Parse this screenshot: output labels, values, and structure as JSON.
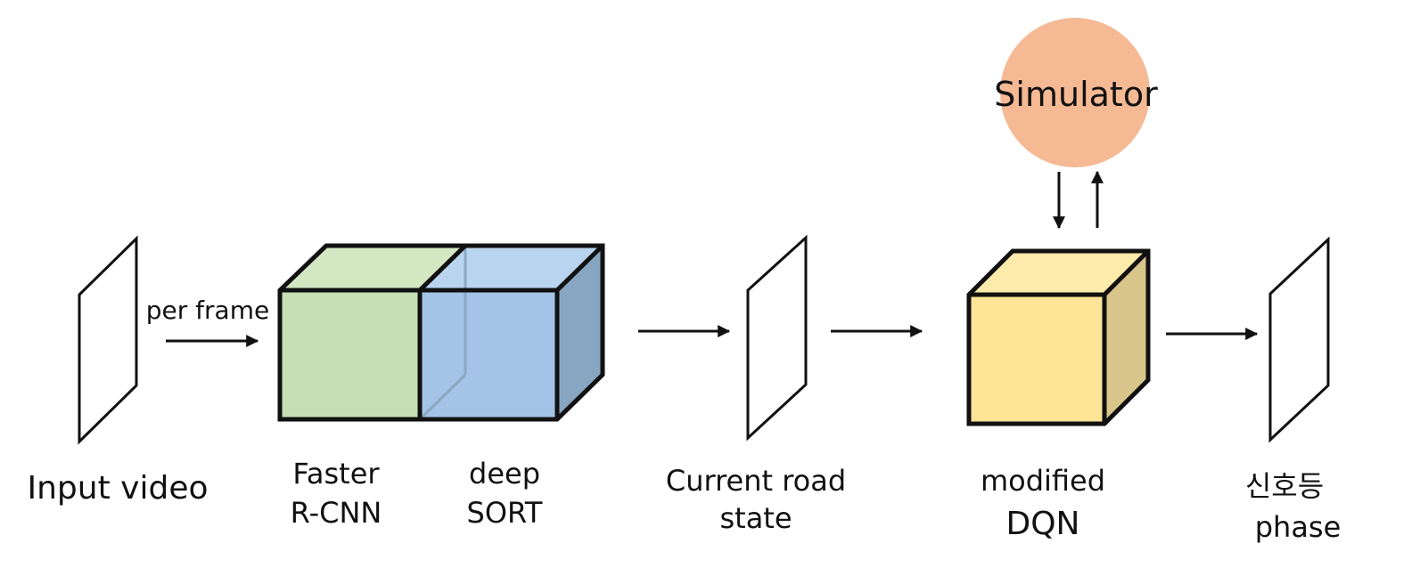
{
  "labels": {
    "input_video": "Input video",
    "per_frame": "per frame",
    "faster_line1": "Faster",
    "faster_line2": "R-CNN",
    "deep_line1": "deep",
    "deep_line2": "SORT",
    "road_line1": "Current road",
    "road_line2": "state",
    "dqn_line1": "modified",
    "dqn_line2": "DQN",
    "signal_line1": "신호등",
    "signal_line2": "phase",
    "simulator": "Simulator"
  },
  "colors": {
    "faster_front": "#c6dfb4",
    "faster_top": "#d3e7c3",
    "deep_front": "#a3c4e6",
    "deep_top": "#b9d4ef",
    "deep_side": "#87a6c2",
    "dqn_front": "#fde497",
    "dqn_top": "#fcebaa",
    "dqn_side": "#d8c68b",
    "simulator_fill": "#f5b994",
    "stroke": "#111111"
  }
}
